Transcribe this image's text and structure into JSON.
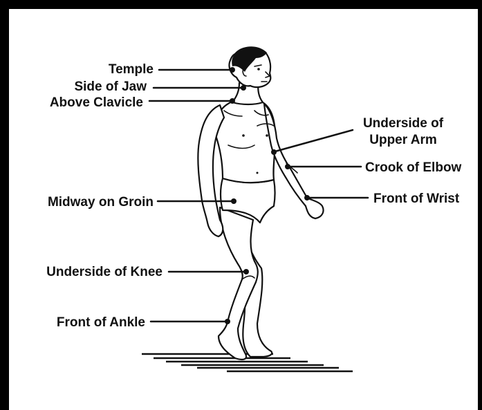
{
  "labels": {
    "temple": "Temple",
    "side_of_jaw": "Side of Jaw",
    "above_clavicle": "Above Clavicle",
    "underside_upper_arm_line1": "Underside of",
    "underside_upper_arm_line2": "Upper Arm",
    "crook_of_elbow": "Crook of Elbow",
    "front_of_wrist": "Front of Wrist",
    "midway_on_groin": "Midway on Groin",
    "underside_of_knee": "Underside of Knee",
    "front_of_ankle": "Front of Ankle"
  }
}
